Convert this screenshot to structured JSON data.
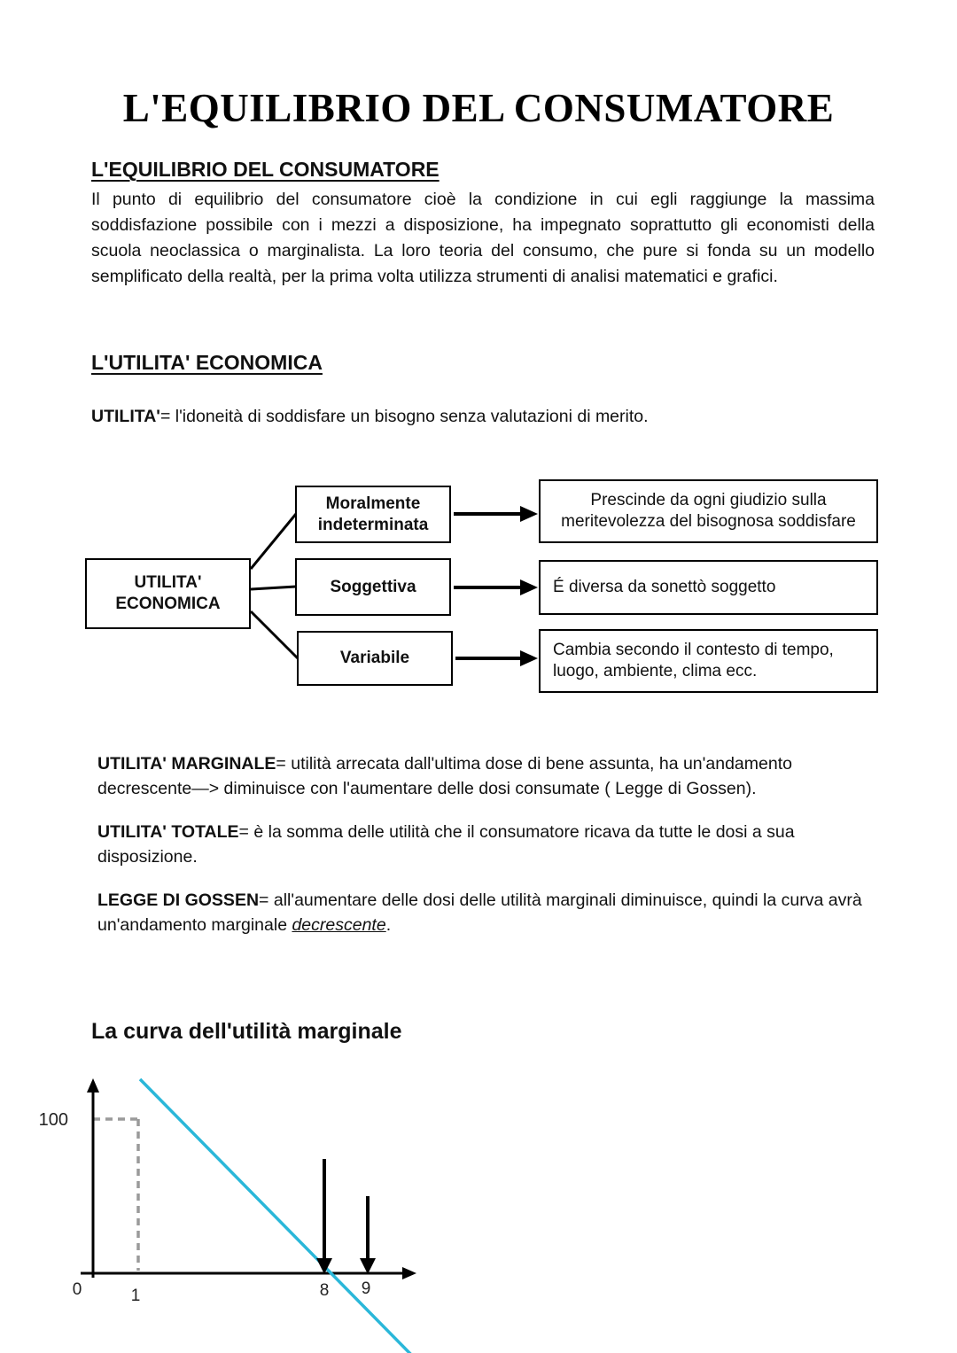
{
  "page_title": "L'EQUILIBRIO DEL CONSUMATORE",
  "sections": {
    "equilibrio": {
      "heading": "L'EQUILIBRIO DEL CONSUMATORE",
      "body": "Il punto di equilibrio del consumatore cioè la condizione in cui egli raggiunge la massima soddisfazione possibile con i mezzi a disposizione, ha impegnato soprattutto gli economisti della scuola neoclassica o marginalista. La loro teoria del consumo, che pure si fonda su un modello semplificato della realtà, per la prima volta utilizza strumenti di analisi matematici e grafici."
    },
    "utilita": {
      "heading": "L'UTILITA' ECONOMICA",
      "definition_term": "UTILITA'",
      "definition_text": "= l'idoneità di soddisfare un bisogno senza valutazioni di merito."
    }
  },
  "diagram": {
    "root_label": "UTILITA' ECONOMICA",
    "nodes": [
      {
        "label": "Moralmente indeterminata",
        "description": "Prescinde da ogni giudizio sulla meritevolezza del bisognosa soddisfare"
      },
      {
        "label": "Soggettiva",
        "description": "É diversa da sonettò soggetto"
      },
      {
        "label": "Variabile",
        "description": "Cambia secondo il contesto di tempo, luogo, ambiente, clima ecc."
      }
    ]
  },
  "definitions": [
    {
      "term": "UTILITA' MARGINALE",
      "text": "= utilità arrecata dall'ultima dose di bene assunta, ha un'andamento decrescente—> diminuisce con l'aumentare delle dosi consumate ( Legge di Gossen)."
    },
    {
      "term": "UTILITA' TOTALE",
      "text": "= è la somma delle utilità che il consumatore ricava da tutte le dosi a sua disposizione."
    },
    {
      "term": "LEGGE DI GOSSEN",
      "text": "= all'aumentare delle dosi delle utilità marginali diminuisce, quindi la curva avrà un'andamento marginale ",
      "underlined": "decrescente",
      "suffix": "."
    }
  ],
  "chart_heading": "La curva dell'utilità marginale",
  "chart_data": {
    "type": "line",
    "title": "La curva dell'utilità marginale",
    "x_ticks": [
      "0",
      "1",
      "8",
      "9"
    ],
    "y_ticks": [
      "100"
    ],
    "series": [
      {
        "name": "utilità marginale",
        "x": [
          1,
          8
        ],
        "y": [
          100,
          0
        ],
        "color": "#2ab7d9",
        "style": "straight decreasing line"
      }
    ],
    "guides": {
      "dashed_from_y": 100,
      "dashed_to_x": 1,
      "color": "#9a9a9a"
    },
    "annotations": [
      {
        "type": "down-arrow",
        "x": 8
      },
      {
        "type": "down-arrow",
        "x": 9
      }
    ],
    "axes": {
      "x_range_shown": [
        0,
        9.5
      ],
      "y_range_shown": [
        0,
        110
      ],
      "grid": false,
      "legend": false
    }
  }
}
